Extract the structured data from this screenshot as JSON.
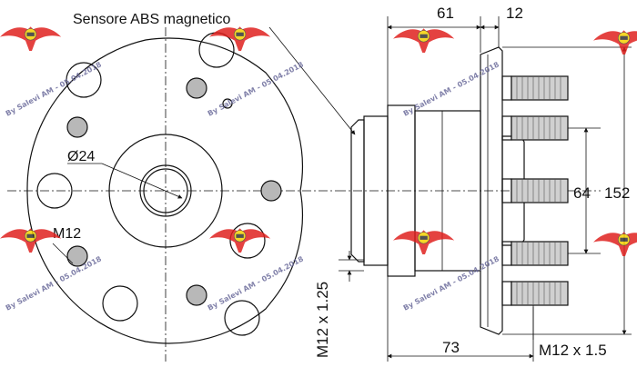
{
  "labels": {
    "sensor": "Sensore ABS magnetico",
    "diameter": "Ø24",
    "thread_left": "M12",
    "dim_61": "61",
    "dim_12": "12",
    "dim_64": "64",
    "dim_152": "152",
    "dim_73": "73",
    "bolt_spec": "M12 x 1.25",
    "stud_spec": "M12 x 1.5"
  },
  "watermark": {
    "text": "By Salevi AM - 05.04.2018",
    "logo_color": "#e0201e",
    "logo_accent": "#f5d000"
  }
}
